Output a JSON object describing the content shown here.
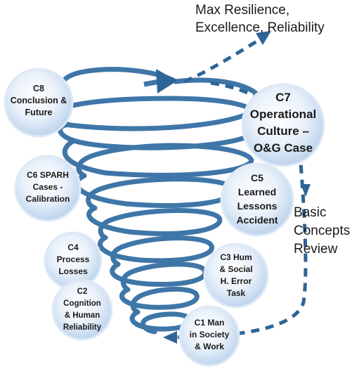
{
  "colors": {
    "spiral": "#3f76a8",
    "spiral_dark": "#2f5f8f",
    "arrow": "#2e6496",
    "bubble_center": "#ffffff",
    "bubble_edge": "#c5d9ef",
    "bubble_stroke": "#dfe9f6",
    "text": "#1a1a1a"
  },
  "goal_text": {
    "line1": "Max Resilience,",
    "line2": "Excellence, Reliability"
  },
  "side_text": {
    "line1": "Basic",
    "line2": "Concepts",
    "line3": "Review"
  },
  "stages": {
    "c1": {
      "line1": "C1 Man",
      "line2": "in Society",
      "line3": "& Work"
    },
    "c2": {
      "line1": "C2",
      "line2": "Cognition",
      "line3": "& Human",
      "line4": "Reliability"
    },
    "c3": {
      "line1": "C3 Hum",
      "line2": "& Social",
      "line3": "H. Error",
      "line4": "Task"
    },
    "c4": {
      "line1": "C4",
      "line2": "Process",
      "line3": "Losses"
    },
    "c5": {
      "line1": "C5",
      "line2": "Learned",
      "line3": "Lessons",
      "line4": "Accident"
    },
    "c6": {
      "line1": "C6 SPARH",
      "line2": "Cases -",
      "line3": "Calibration"
    },
    "c7": {
      "line1": "C7",
      "line2": "Operational",
      "line3": "Culture –",
      "line4": "O&G Case"
    },
    "c8": {
      "line1": "C8",
      "line2": "Conclusion &",
      "line3": "Future"
    }
  }
}
